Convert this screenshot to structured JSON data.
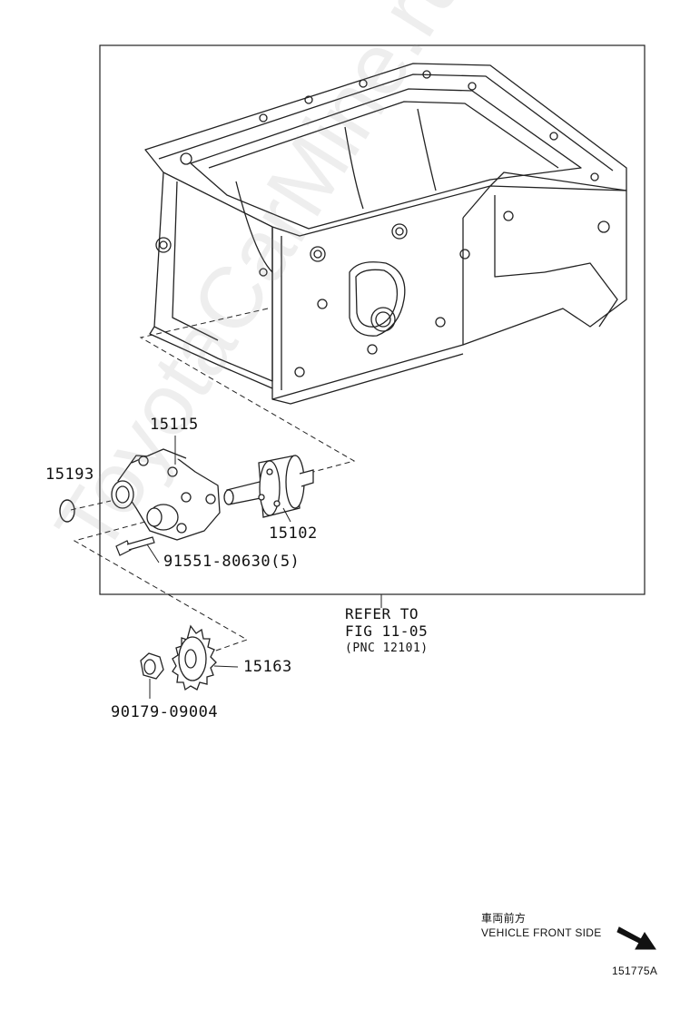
{
  "parts": {
    "p15115": "15115",
    "p15193": "15193",
    "p15102": "15102",
    "p91551": "91551-80630(5)",
    "p15163": "15163",
    "p90179": "90179-09004"
  },
  "refer": {
    "line1": "REFER TO",
    "line2": "FIG 11-05",
    "line3": "(PNC 12101)"
  },
  "vehicle": {
    "jp": "車両前方",
    "en": "VEHICLE FRONT SIDE"
  },
  "figure_id": "151775A",
  "watermark": "ToyotaCarMine.ru"
}
